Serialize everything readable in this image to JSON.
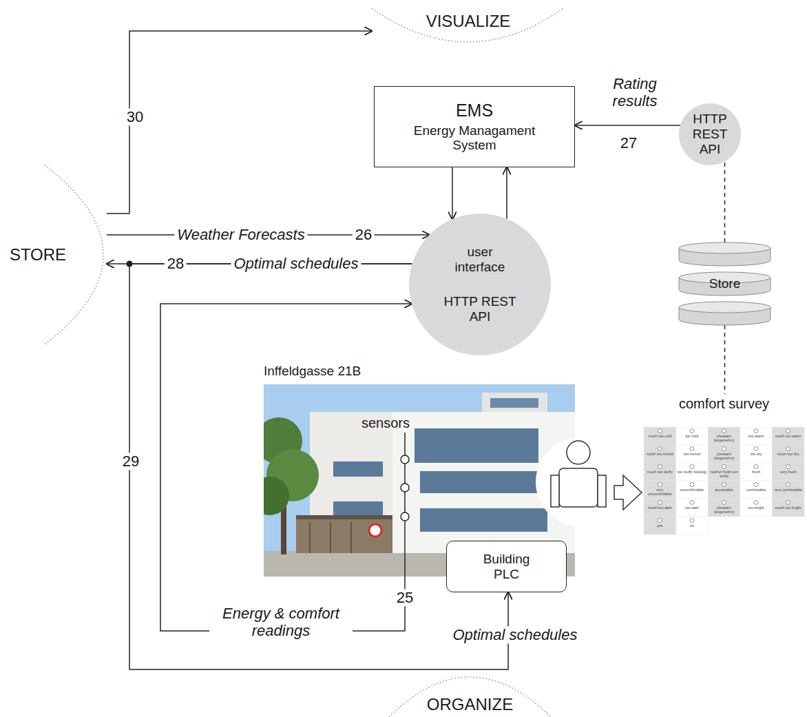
{
  "diagram": {
    "nodes": [
      {
        "text": [
          "VISUALIZE"
        ]
      },
      {
        "text": [
          "EMS",
          "Energy Managament System"
        ]
      },
      {
        "text": [
          "HTTP REST API"
        ]
      },
      {
        "text": [
          "STORE"
        ]
      },
      {
        "text": [
          "user interface",
          "HTTP REST API"
        ]
      },
      {
        "text": [
          "Store"
        ]
      },
      {
        "text": [
          "Inffeldgasse 21B"
        ]
      },
      {
        "text": [
          "Building PLC"
        ],
        "in": 6
      },
      {
        "text": [
          "comfort survey"
        ]
      },
      {
        "text": [
          "ORGANIZE"
        ]
      }
    ],
    "edges": [
      {
        "from": 3,
        "to": 0,
        "arrow": "to"
      },
      {
        "from": 3,
        "to": 4,
        "label": "Weather Forecasts",
        "arrow": "to"
      },
      {
        "from": 4,
        "to": 3,
        "label": "Optimal schedules",
        "arrow": "to"
      },
      {
        "from": 1,
        "to": 4,
        "arrow": "to"
      },
      {
        "from": 4,
        "to": 1,
        "arrow": "to"
      },
      {
        "from": 2,
        "to": 1,
        "label": "Rating results",
        "arrow": "to"
      },
      {
        "from": 5,
        "to": 2,
        "arrow": "none"
      },
      {
        "from": 5,
        "to": 8,
        "arrow": "none"
      },
      {
        "from": 6,
        "to": 4,
        "label": "Energy & comfort readings",
        "arrow": "to"
      },
      {
        "from": 4,
        "to": 7,
        "label": "Optimal schedules",
        "arrow": "to"
      }
    ],
    "labels": [
      "30",
      "26",
      "28",
      "27",
      "25",
      "29",
      "sensors",
      "much too cold",
      "too cold",
      "pleasant (angenehm)",
      "too warm",
      "much too warm",
      "much too humid",
      "too humid",
      "pleasant (angenehm)",
      "too dry",
      "much too dry",
      "much too stuffy",
      "too stuffy (stickig)",
      "neither fresh nor stuffy",
      "fresh",
      "very fresh",
      "very uncomfortable",
      "uncomfortable",
      "acceptable",
      "comfortable",
      "very comfortable",
      "much too dark",
      "too dark",
      "pleasant (angenehm)",
      "too bright",
      "much too bright",
      "yes",
      "no"
    ]
  }
}
